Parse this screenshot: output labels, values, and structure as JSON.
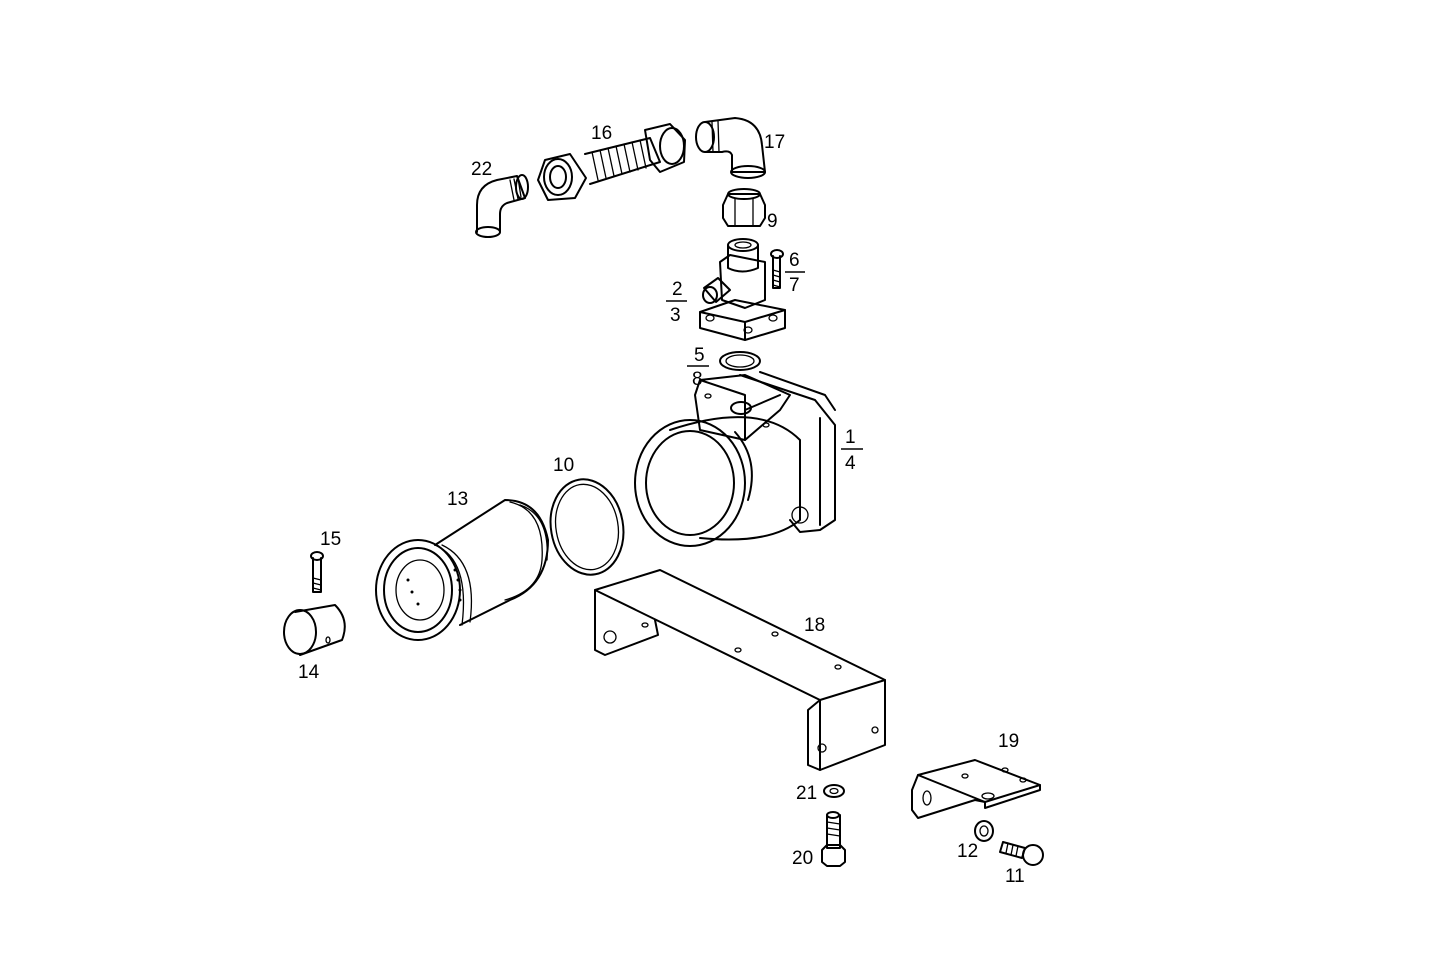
{
  "labels": {
    "p1": "1",
    "p4": "4",
    "p2": "2",
    "p3": "3",
    "p5": "5",
    "p8": "8",
    "p6": "6",
    "p7": "7",
    "p9": "9",
    "p10": "10",
    "p11": "11",
    "p12": "12",
    "p13": "13",
    "p14": "14",
    "p15": "15",
    "p16": "16",
    "p17": "17",
    "p18": "18",
    "p19": "19",
    "p20": "20",
    "p21": "21",
    "p22": "22"
  }
}
